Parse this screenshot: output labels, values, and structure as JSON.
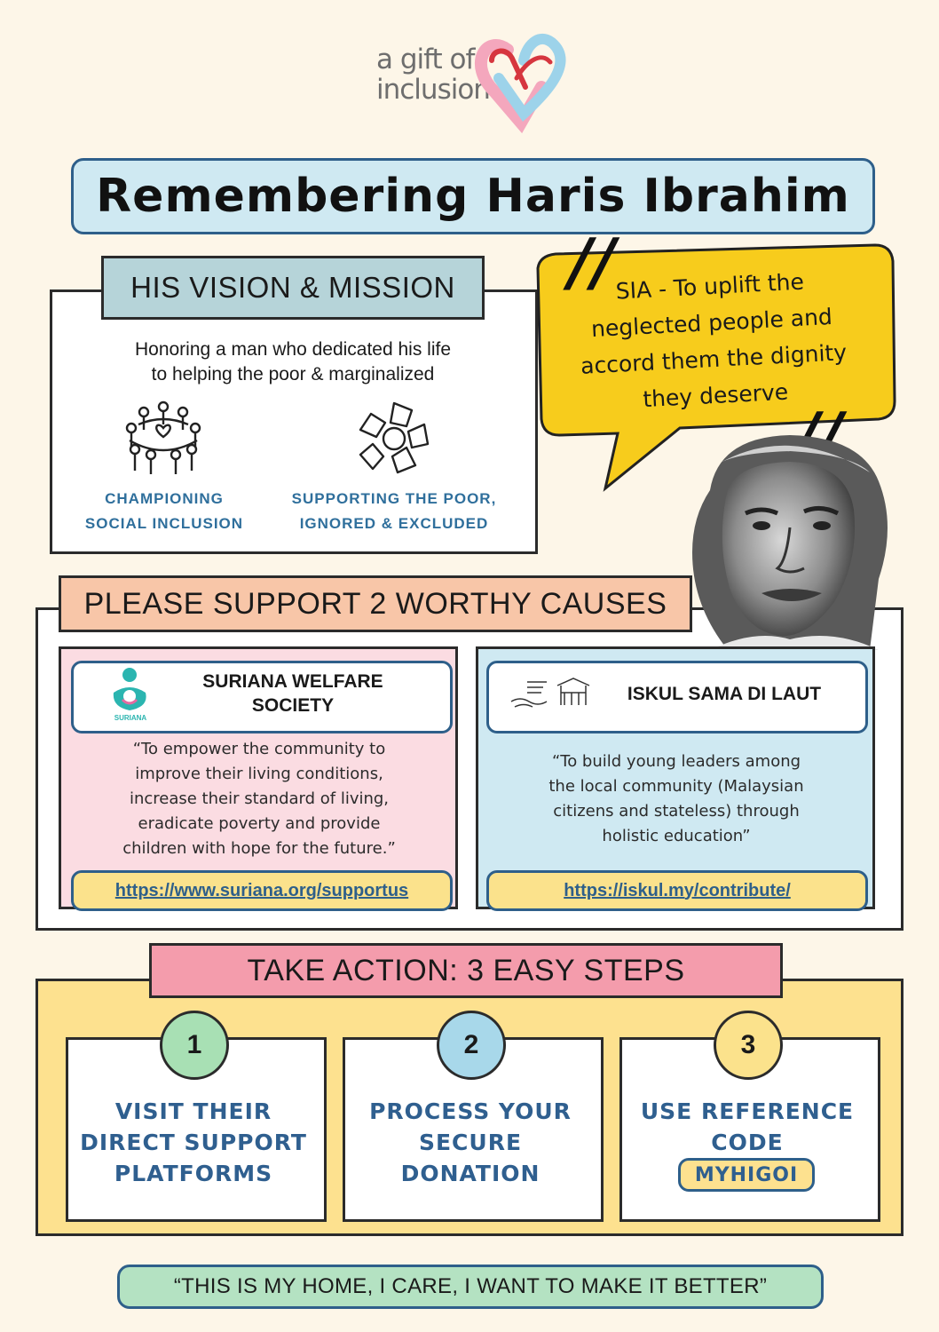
{
  "logo": {
    "line1": "a gift of",
    "line2": "inclusion"
  },
  "title": "Remembering Haris Ibrahim",
  "vision": {
    "heading": "HIS VISION & MISSION",
    "subtitle_line1": "Honoring a man who dedicated his life",
    "subtitle_line2": "to helping the poor & marginalized",
    "missions": [
      {
        "icon": "people-circle-icon",
        "line1": "CHAMPIONING",
        "line2": "SOCIAL INCLUSION"
      },
      {
        "icon": "joined-hands-icon",
        "line1": "SUPPORTING THE POOR,",
        "line2": "IGNORED & EXCLUDED"
      }
    ]
  },
  "quote": {
    "line1": "SIA - To uplift the",
    "line2": "neglected people and",
    "line3": "accord them the dignity",
    "line4": "they deserve"
  },
  "causes": {
    "heading": "PLEASE SUPPORT 2 WORTHY CAUSES",
    "suriana": {
      "name_line1": "SURIANA WELFARE",
      "name_line2": "SOCIETY",
      "logo_text": "SURIANA",
      "quote_lines": [
        "“To empower the community to",
        "improve their living conditions,",
        "increase their standard of living,",
        "eradicate poverty and provide",
        "children with hope for the future.”"
      ],
      "link": "https://www.suriana.org/supportus"
    },
    "iskul": {
      "name": "ISKUL SAMA DI LAUT",
      "quote_lines": [
        "“To build young leaders among",
        "the local community (Malaysian",
        "citizens and stateless) through",
        "holistic education”"
      ],
      "link": "https://iskul.my/contribute/"
    }
  },
  "steps": {
    "heading": "TAKE ACTION: 3 EASY STEPS",
    "items": [
      {
        "num": "1",
        "color": "#a8e0b4",
        "line1": "VISIT THEIR",
        "line2": "DIRECT SUPPORT",
        "line3": "PLATFORMS"
      },
      {
        "num": "2",
        "color": "#a8d8ea",
        "line1": "PROCESS YOUR",
        "line2": "SECURE",
        "line3": "DONATION"
      },
      {
        "num": "3",
        "color": "#fbe28c",
        "line1": "USE REFERENCE",
        "line2": "CODE",
        "line3": ""
      }
    ],
    "ref_code": "MYHIGOI"
  },
  "footer": "“THIS IS MY HOME, I CARE, I WANT TO MAKE IT BETTER”",
  "colors": {
    "background": "#fdf6e8",
    "title_bg": "#cfe9f2",
    "bubble": "#f7cc1c",
    "accent_blue": "#2e5f8a"
  }
}
